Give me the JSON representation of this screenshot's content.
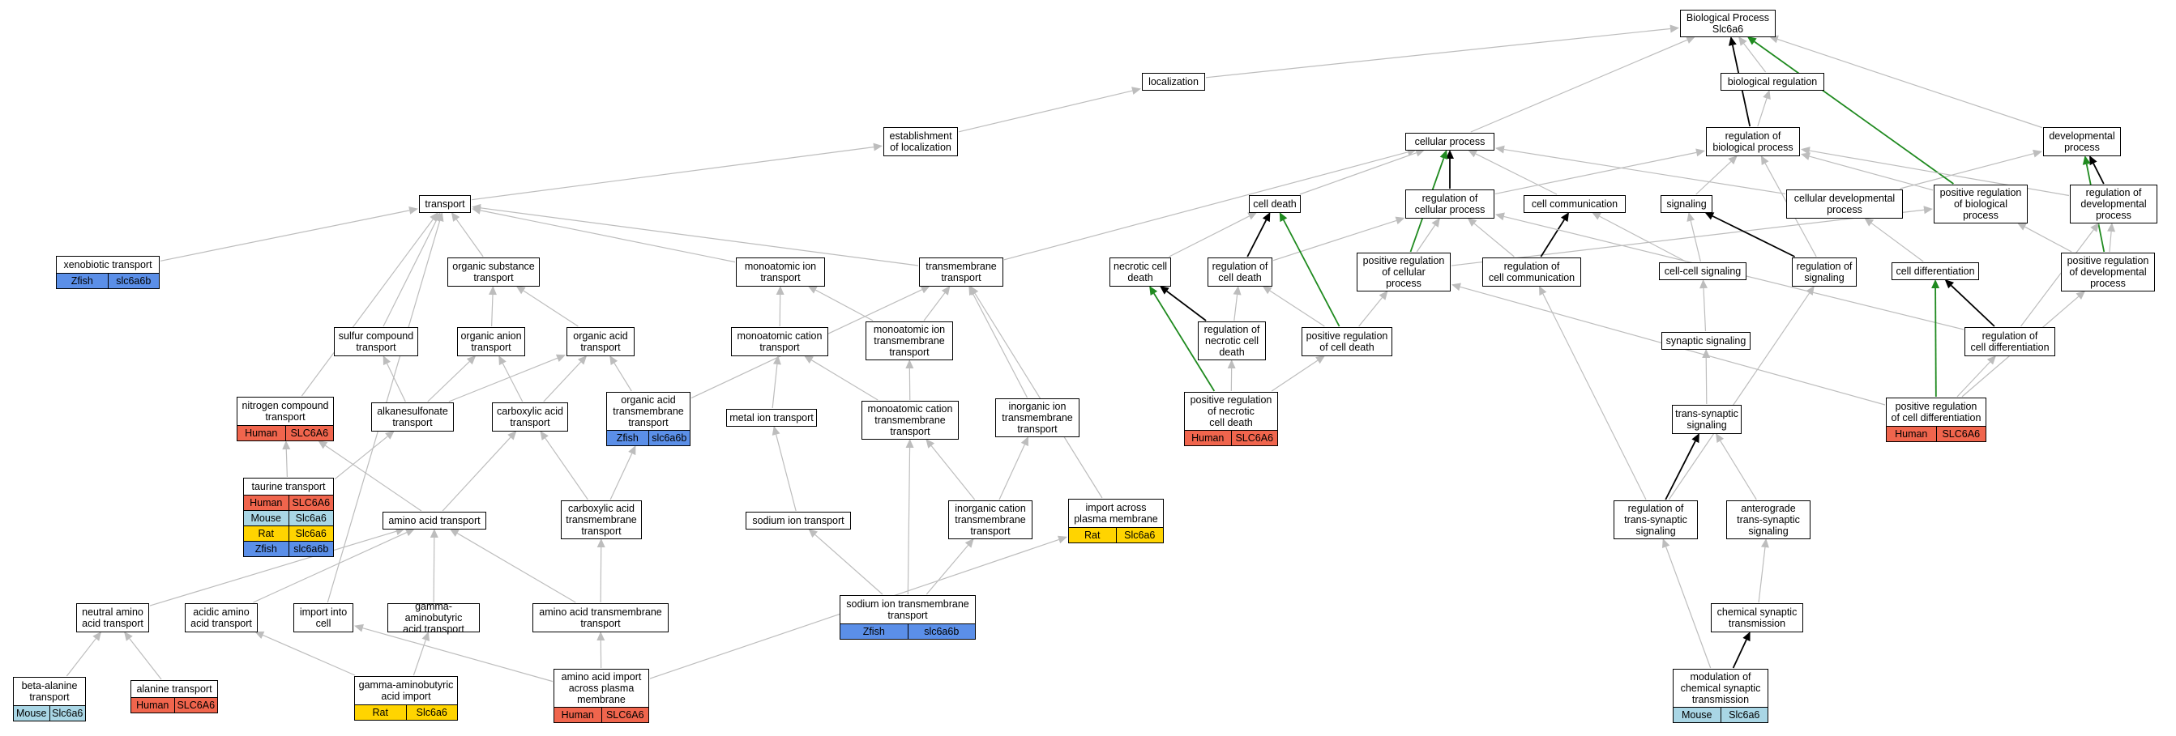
{
  "colors": {
    "Human": "#f0654d",
    "Mouse": "#a9d6e5",
    "Rat": "#ffd400",
    "Zfish": "#5b8fe8",
    "edge_gray": "#bdbdbd",
    "edge_black": "#000000",
    "edge_green": "#1f8a1f"
  },
  "nodes": [
    {
      "id": "bp",
      "label": "Biological Process\nSlc6a6",
      "orgs": []
    },
    {
      "id": "localization",
      "label": "localization",
      "orgs": []
    },
    {
      "id": "bioreg",
      "label": "biological regulation",
      "orgs": []
    },
    {
      "id": "estloc",
      "label": "establishment\nof localization",
      "orgs": []
    },
    {
      "id": "cellproc",
      "label": "cellular process",
      "orgs": []
    },
    {
      "id": "regbio",
      "label": "regulation of\nbiological process",
      "orgs": []
    },
    {
      "id": "devproc",
      "label": "developmental\nprocess",
      "orgs": []
    },
    {
      "id": "transport",
      "label": "transport",
      "orgs": []
    },
    {
      "id": "celldeath",
      "label": "cell death",
      "orgs": []
    },
    {
      "id": "regcell",
      "label": "regulation of\ncellular process",
      "orgs": []
    },
    {
      "id": "cellcomm",
      "label": "cell communication",
      "orgs": []
    },
    {
      "id": "signaling",
      "label": "signaling",
      "orgs": []
    },
    {
      "id": "celldev",
      "label": "cellular developmental\nprocess",
      "orgs": []
    },
    {
      "id": "posregbio",
      "label": "positive regulation\nof biological\nprocess",
      "orgs": []
    },
    {
      "id": "regdev",
      "label": "regulation of\ndevelopmental\nprocess",
      "orgs": []
    },
    {
      "id": "xeno",
      "label": "xenobiotic transport",
      "orgs": [
        {
          "org": "Zfish",
          "gene": "slc6a6b"
        }
      ]
    },
    {
      "id": "orgsub",
      "label": "organic substance\ntransport",
      "orgs": []
    },
    {
      "id": "monoion",
      "label": "monoatomic ion\ntransport",
      "orgs": []
    },
    {
      "id": "transmem",
      "label": "transmembrane\ntransport",
      "orgs": []
    },
    {
      "id": "necrotic",
      "label": "necrotic cell\ndeath",
      "orgs": []
    },
    {
      "id": "regcelldeath",
      "label": "regulation of\ncell death",
      "orgs": []
    },
    {
      "id": "posregcell",
      "label": "positive regulation\nof cellular\nprocess",
      "orgs": []
    },
    {
      "id": "regcellcomm",
      "label": "regulation of\ncell communication",
      "orgs": []
    },
    {
      "id": "cellcellsig",
      "label": "cell-cell signaling",
      "orgs": []
    },
    {
      "id": "regsig",
      "label": "regulation of\nsignaling",
      "orgs": []
    },
    {
      "id": "celldiff",
      "label": "cell differentiation",
      "orgs": []
    },
    {
      "id": "posregdev",
      "label": "positive regulation\nof developmental\nprocess",
      "orgs": []
    },
    {
      "id": "sulfur",
      "label": "sulfur compound\ntransport",
      "orgs": []
    },
    {
      "id": "organion",
      "label": "organic anion\ntransport",
      "orgs": []
    },
    {
      "id": "orgacid",
      "label": "organic acid\ntransport",
      "orgs": []
    },
    {
      "id": "monocation",
      "label": "monoatomic cation\ntransport",
      "orgs": []
    },
    {
      "id": "monoiontm",
      "label": "monoatomic ion\ntransmembrane\ntransport",
      "orgs": []
    },
    {
      "id": "regnecrotic",
      "label": "regulation of\nnecrotic cell\ndeath",
      "orgs": []
    },
    {
      "id": "posregcelldeath",
      "label": "positive regulation\nof cell death",
      "orgs": []
    },
    {
      "id": "synsig",
      "label": "synaptic signaling",
      "orgs": []
    },
    {
      "id": "regcelldiff",
      "label": "regulation of\ncell differentiation",
      "orgs": []
    },
    {
      "id": "nitrogen",
      "label": "nitrogen compound\ntransport",
      "orgs": [
        {
          "org": "Human",
          "gene": "SLC6A6"
        }
      ]
    },
    {
      "id": "alkane",
      "label": "alkanesulfonate\ntransport",
      "orgs": []
    },
    {
      "id": "carboxylic",
      "label": "carboxylic acid\ntransport",
      "orgs": []
    },
    {
      "id": "orgacidtm",
      "label": "organic acid\ntransmembrane\ntransport",
      "orgs": [
        {
          "org": "Zfish",
          "gene": "slc6a6b"
        }
      ]
    },
    {
      "id": "metalion",
      "label": "metal ion transport",
      "orgs": []
    },
    {
      "id": "monocationtm",
      "label": "monoatomic cation\ntransmembrane\ntransport",
      "orgs": []
    },
    {
      "id": "inorgion",
      "label": "inorganic ion\ntransmembrane\ntransport",
      "orgs": []
    },
    {
      "id": "posregnecrotic",
      "label": "positive regulation\nof necrotic\ncell death",
      "orgs": [
        {
          "org": "Human",
          "gene": "SLC6A6"
        }
      ]
    },
    {
      "id": "transsyn",
      "label": "trans-synaptic\nsignaling",
      "orgs": []
    },
    {
      "id": "posregcelldiff",
      "label": "positive regulation\nof cell differentiation",
      "orgs": [
        {
          "org": "Human",
          "gene": "SLC6A6"
        }
      ]
    },
    {
      "id": "taurine",
      "label": "taurine transport",
      "orgs": [
        {
          "org": "Human",
          "gene": "SLC6A6"
        },
        {
          "org": "Mouse",
          "gene": "Slc6a6"
        },
        {
          "org": "Rat",
          "gene": "Slc6a6"
        },
        {
          "org": "Zfish",
          "gene": "slc6a6b"
        }
      ]
    },
    {
      "id": "aminoacid",
      "label": "amino acid transport",
      "orgs": []
    },
    {
      "id": "carboxylictm",
      "label": "carboxylic acid\ntransmembrane\ntransport",
      "orgs": []
    },
    {
      "id": "sodiumion",
      "label": "sodium ion transport",
      "orgs": []
    },
    {
      "id": "inorgcation",
      "label": "inorganic cation\ntransmembrane\ntransport",
      "orgs": []
    },
    {
      "id": "importpm",
      "label": "import across\nplasma membrane",
      "orgs": [
        {
          "org": "Rat",
          "gene": "Slc6a6"
        }
      ]
    },
    {
      "id": "regtranssyn",
      "label": "regulation of\ntrans-synaptic\nsignaling",
      "orgs": []
    },
    {
      "id": "anterograde",
      "label": "anterograde\ntrans-synaptic\nsignaling",
      "orgs": []
    },
    {
      "id": "neutral",
      "label": "neutral amino\nacid transport",
      "orgs": []
    },
    {
      "id": "acidic",
      "label": "acidic amino\nacid transport",
      "orgs": []
    },
    {
      "id": "importcell",
      "label": "import into\ncell",
      "orgs": []
    },
    {
      "id": "gaba",
      "label": "gamma-aminobutyric\nacid transport",
      "orgs": []
    },
    {
      "id": "aminoacidtm",
      "label": "amino acid transmembrane\ntransport",
      "orgs": []
    },
    {
      "id": "sodiumiontm",
      "label": "sodium ion transmembrane\ntransport",
      "orgs": [
        {
          "org": "Zfish",
          "gene": "slc6a6b"
        }
      ]
    },
    {
      "id": "chemsyn",
      "label": "chemical synaptic\ntransmission",
      "orgs": []
    },
    {
      "id": "betaala",
      "label": "beta-alanine\ntransport",
      "orgs": [
        {
          "org": "Mouse",
          "gene": "Slc6a6"
        }
      ]
    },
    {
      "id": "alanine",
      "label": "alanine transport",
      "orgs": [
        {
          "org": "Human",
          "gene": "SLC6A6"
        }
      ]
    },
    {
      "id": "gabaimport",
      "label": "gamma-aminobutyric\nacid import",
      "orgs": [
        {
          "org": "Rat",
          "gene": "Slc6a6"
        }
      ]
    },
    {
      "id": "aaimport",
      "label": "amino acid import\nacross plasma\nmembrane",
      "orgs": [
        {
          "org": "Human",
          "gene": "SLC6A6"
        }
      ]
    },
    {
      "id": "modchem",
      "label": "modulation of\nchemical synaptic\ntransmission",
      "orgs": [
        {
          "org": "Mouse",
          "gene": "Slc6a6"
        }
      ]
    }
  ],
  "edges": [
    {
      "from": "localization",
      "to": "bp",
      "type": "is_a"
    },
    {
      "from": "bioreg",
      "to": "bp",
      "type": "is_a"
    },
    {
      "from": "estloc",
      "to": "localization",
      "type": "is_a"
    },
    {
      "from": "cellproc",
      "to": "bp",
      "type": "is_a"
    },
    {
      "from": "regbio",
      "to": "bp",
      "type": "regulates"
    },
    {
      "from": "regbio",
      "to": "bioreg",
      "type": "is_a"
    },
    {
      "from": "devproc",
      "to": "bp",
      "type": "is_a"
    },
    {
      "from": "transport",
      "to": "estloc",
      "type": "is_a"
    },
    {
      "from": "celldeath",
      "to": "cellproc",
      "type": "is_a"
    },
    {
      "from": "regcell",
      "to": "cellproc",
      "type": "regulates"
    },
    {
      "from": "regcell",
      "to": "regbio",
      "type": "is_a"
    },
    {
      "from": "cellcomm",
      "to": "cellproc",
      "type": "is_a"
    },
    {
      "from": "signaling",
      "to": "regbio",
      "type": "is_a"
    },
    {
      "from": "celldev",
      "to": "cellproc",
      "type": "is_a"
    },
    {
      "from": "celldev",
      "to": "devproc",
      "type": "is_a"
    },
    {
      "from": "posregbio",
      "to": "bp",
      "type": "pos_regulates"
    },
    {
      "from": "posregbio",
      "to": "regbio",
      "type": "is_a"
    },
    {
      "from": "regdev",
      "to": "devproc",
      "type": "regulates"
    },
    {
      "from": "regdev",
      "to": "regbio",
      "type": "is_a"
    },
    {
      "from": "xeno",
      "to": "transport",
      "type": "is_a"
    },
    {
      "from": "orgsub",
      "to": "transport",
      "type": "is_a"
    },
    {
      "from": "monoion",
      "to": "transport",
      "type": "is_a"
    },
    {
      "from": "transmem",
      "to": "transport",
      "type": "is_a"
    },
    {
      "from": "transmem",
      "to": "cellproc",
      "type": "is_a"
    },
    {
      "from": "necrotic",
      "to": "celldeath",
      "type": "is_a"
    },
    {
      "from": "regcelldeath",
      "to": "celldeath",
      "type": "regulates"
    },
    {
      "from": "regcelldeath",
      "to": "regcell",
      "type": "is_a"
    },
    {
      "from": "posregcell",
      "to": "cellproc",
      "type": "pos_regulates"
    },
    {
      "from": "posregcell",
      "to": "regcell",
      "type": "is_a"
    },
    {
      "from": "posregcell",
      "to": "posregbio",
      "type": "is_a"
    },
    {
      "from": "regcellcomm",
      "to": "cellcomm",
      "type": "regulates"
    },
    {
      "from": "regcellcomm",
      "to": "regcell",
      "type": "is_a"
    },
    {
      "from": "cellcellsig",
      "to": "cellcomm",
      "type": "is_a"
    },
    {
      "from": "cellcellsig",
      "to": "signaling",
      "type": "is_a"
    },
    {
      "from": "regsig",
      "to": "signaling",
      "type": "regulates"
    },
    {
      "from": "regsig",
      "to": "regbio",
      "type": "is_a"
    },
    {
      "from": "celldiff",
      "to": "celldev",
      "type": "is_a"
    },
    {
      "from": "posregdev",
      "to": "devproc",
      "type": "pos_regulates"
    },
    {
      "from": "posregdev",
      "to": "regdev",
      "type": "is_a"
    },
    {
      "from": "posregdev",
      "to": "posregbio",
      "type": "is_a"
    },
    {
      "from": "sulfur",
      "to": "transport",
      "type": "is_a"
    },
    {
      "from": "organion",
      "to": "orgsub",
      "type": "is_a"
    },
    {
      "from": "orgacid",
      "to": "orgsub",
      "type": "is_a"
    },
    {
      "from": "monocation",
      "to": "monoion",
      "type": "is_a"
    },
    {
      "from": "monoiontm",
      "to": "monoion",
      "type": "is_a"
    },
    {
      "from": "monoiontm",
      "to": "transmem",
      "type": "is_a"
    },
    {
      "from": "regnecrotic",
      "to": "necrotic",
      "type": "regulates"
    },
    {
      "from": "regnecrotic",
      "to": "regcelldeath",
      "type": "is_a"
    },
    {
      "from": "posregcelldeath",
      "to": "celldeath",
      "type": "pos_regulates"
    },
    {
      "from": "posregcelldeath",
      "to": "regcelldeath",
      "type": "is_a"
    },
    {
      "from": "posregcelldeath",
      "to": "posregcell",
      "type": "is_a"
    },
    {
      "from": "synsig",
      "to": "cellcellsig",
      "type": "is_a"
    },
    {
      "from": "regcelldiff",
      "to": "celldiff",
      "type": "regulates"
    },
    {
      "from": "regcelldiff",
      "to": "regdev",
      "type": "is_a"
    },
    {
      "from": "regcelldiff",
      "to": "regcell",
      "type": "is_a"
    },
    {
      "from": "nitrogen",
      "to": "transport",
      "type": "is_a"
    },
    {
      "from": "alkane",
      "to": "sulfur",
      "type": "is_a"
    },
    {
      "from": "alkane",
      "to": "organion",
      "type": "is_a"
    },
    {
      "from": "alkane",
      "to": "orgacid",
      "type": "is_a"
    },
    {
      "from": "carboxylic",
      "to": "organion",
      "type": "is_a"
    },
    {
      "from": "carboxylic",
      "to": "orgacid",
      "type": "is_a"
    },
    {
      "from": "orgacidtm",
      "to": "orgacid",
      "type": "is_a"
    },
    {
      "from": "orgacidtm",
      "to": "transmem",
      "type": "is_a"
    },
    {
      "from": "metalion",
      "to": "monocation",
      "type": "is_a"
    },
    {
      "from": "monocationtm",
      "to": "monocation",
      "type": "is_a"
    },
    {
      "from": "monocationtm",
      "to": "monoiontm",
      "type": "is_a"
    },
    {
      "from": "inorgion",
      "to": "transmem",
      "type": "is_a"
    },
    {
      "from": "posregnecrotic",
      "to": "necrotic",
      "type": "pos_regulates"
    },
    {
      "from": "posregnecrotic",
      "to": "regnecrotic",
      "type": "is_a"
    },
    {
      "from": "posregnecrotic",
      "to": "posregcelldeath",
      "type": "is_a"
    },
    {
      "from": "transsyn",
      "to": "synsig",
      "type": "is_a"
    },
    {
      "from": "posregcelldiff",
      "to": "celldiff",
      "type": "pos_regulates"
    },
    {
      "from": "posregcelldiff",
      "to": "regcelldiff",
      "type": "is_a"
    },
    {
      "from": "posregcelldiff",
      "to": "posregdev",
      "type": "is_a"
    },
    {
      "from": "posregcelldiff",
      "to": "posregcell",
      "type": "is_a"
    },
    {
      "from": "taurine",
      "to": "alkane",
      "type": "is_a"
    },
    {
      "from": "taurine",
      "to": "nitrogen",
      "type": "is_a"
    },
    {
      "from": "aminoacid",
      "to": "carboxylic",
      "type": "is_a"
    },
    {
      "from": "aminoacid",
      "to": "nitrogen",
      "type": "is_a"
    },
    {
      "from": "carboxylictm",
      "to": "carboxylic",
      "type": "is_a"
    },
    {
      "from": "carboxylictm",
      "to": "orgacidtm",
      "type": "is_a"
    },
    {
      "from": "sodiumion",
      "to": "metalion",
      "type": "is_a"
    },
    {
      "from": "inorgcation",
      "to": "inorgion",
      "type": "is_a"
    },
    {
      "from": "inorgcation",
      "to": "monocationtm",
      "type": "is_a"
    },
    {
      "from": "importpm",
      "to": "transmem",
      "type": "is_a"
    },
    {
      "from": "regtranssyn",
      "to": "transsyn",
      "type": "regulates"
    },
    {
      "from": "regtranssyn",
      "to": "regcellcomm",
      "type": "is_a"
    },
    {
      "from": "regtranssyn",
      "to": "regsig",
      "type": "is_a"
    },
    {
      "from": "anterograde",
      "to": "transsyn",
      "type": "is_a"
    },
    {
      "from": "neutral",
      "to": "aminoacid",
      "type": "is_a"
    },
    {
      "from": "acidic",
      "to": "aminoacid",
      "type": "is_a"
    },
    {
      "from": "importcell",
      "to": "transport",
      "type": "is_a"
    },
    {
      "from": "gaba",
      "to": "aminoacid",
      "type": "is_a"
    },
    {
      "from": "aminoacidtm",
      "to": "aminoacid",
      "type": "is_a"
    },
    {
      "from": "aminoacidtm",
      "to": "carboxylictm",
      "type": "is_a"
    },
    {
      "from": "sodiumiontm",
      "to": "sodiumion",
      "type": "is_a"
    },
    {
      "from": "sodiumiontm",
      "to": "monocationtm",
      "type": "is_a"
    },
    {
      "from": "sodiumiontm",
      "to": "inorgcation",
      "type": "is_a"
    },
    {
      "from": "chemsyn",
      "to": "anterograde",
      "type": "is_a"
    },
    {
      "from": "betaala",
      "to": "neutral",
      "type": "is_a"
    },
    {
      "from": "alanine",
      "to": "neutral",
      "type": "is_a"
    },
    {
      "from": "gabaimport",
      "to": "gaba",
      "type": "is_a"
    },
    {
      "from": "gabaimport",
      "to": "acidic",
      "type": "is_a"
    },
    {
      "from": "aaimport",
      "to": "aminoacidtm",
      "type": "is_a"
    },
    {
      "from": "aaimport",
      "to": "importcell",
      "type": "is_a"
    },
    {
      "from": "aaimport",
      "to": "importpm",
      "type": "is_a"
    },
    {
      "from": "modchem",
      "to": "chemsyn",
      "type": "regulates"
    },
    {
      "from": "modchem",
      "to": "regtranssyn",
      "type": "is_a"
    }
  ]
}
